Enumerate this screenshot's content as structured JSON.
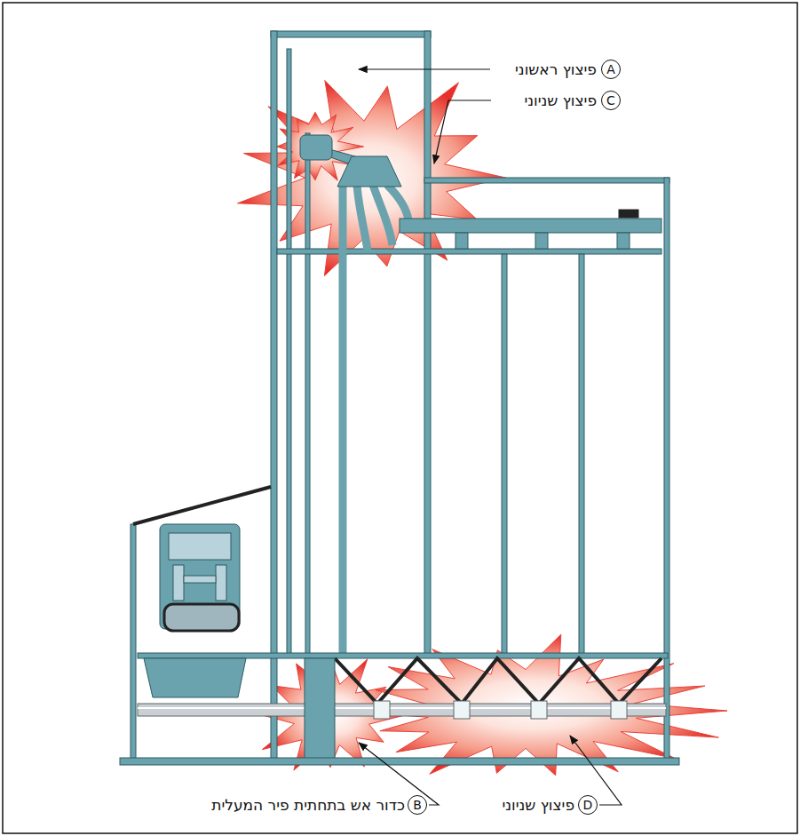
{
  "diagram": {
    "labels": [
      "A",
      "פיצוץ ראשוני",
      "C",
      "פיצוץ שניוני",
      "B",
      "כדור אש בתחתית פיר המעלית",
      "D",
      "פיצוץ שניוני"
    ]
  }
}
